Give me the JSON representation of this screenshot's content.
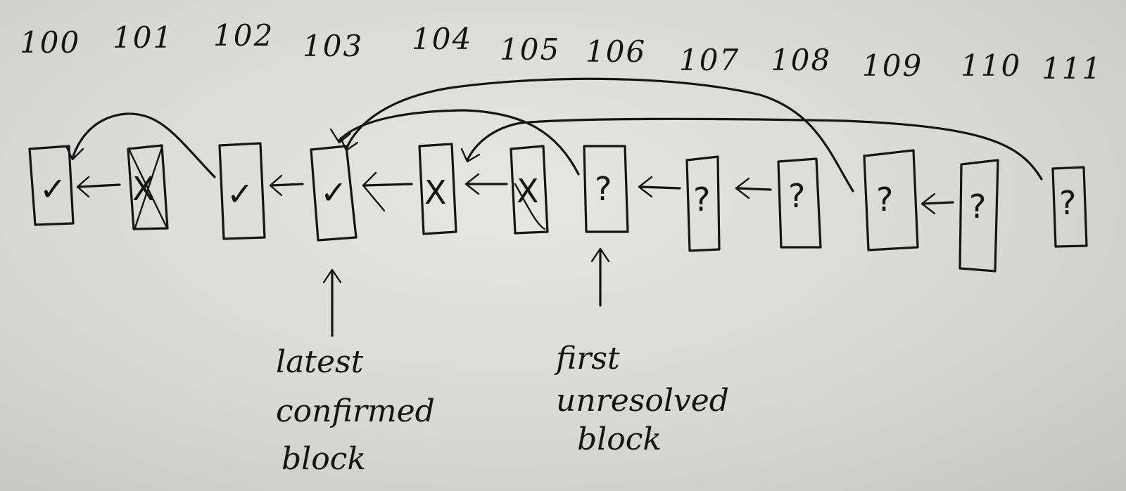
{
  "block_numbers": [
    "100",
    "101",
    "102",
    "103",
    "104",
    "105",
    "106",
    "107",
    "108",
    "109",
    "110",
    "111"
  ],
  "blocks": [
    {
      "number": "100",
      "status": "confirmed",
      "mark": "✓"
    },
    {
      "number": "101",
      "status": "rejected",
      "mark": "X"
    },
    {
      "number": "102",
      "status": "confirmed",
      "mark": "✓"
    },
    {
      "number": "103",
      "status": "confirmed",
      "mark": "✓"
    },
    {
      "number": "104",
      "status": "rejected",
      "mark": "X"
    },
    {
      "number": "105",
      "status": "rejected",
      "mark": "X"
    },
    {
      "number": "106",
      "status": "unresolved",
      "mark": "?"
    },
    {
      "number": "107",
      "status": "unresolved",
      "mark": "?"
    },
    {
      "number": "108",
      "status": "unresolved",
      "mark": "?"
    },
    {
      "number": "109",
      "status": "unresolved",
      "mark": "?"
    },
    {
      "number": "110",
      "status": "unresolved",
      "mark": "?"
    },
    {
      "number": "111",
      "status": "unresolved",
      "mark": "?"
    }
  ],
  "annotations": {
    "latest_confirmed": {
      "points_to": "103",
      "lines": [
        "latest",
        "confirmed",
        "block"
      ]
    },
    "first_unresolved": {
      "points_to": "106",
      "lines": [
        "first",
        "unresolved",
        "block"
      ]
    }
  },
  "colors": {
    "ink": "#151515",
    "paper": "#e2e2e0"
  }
}
